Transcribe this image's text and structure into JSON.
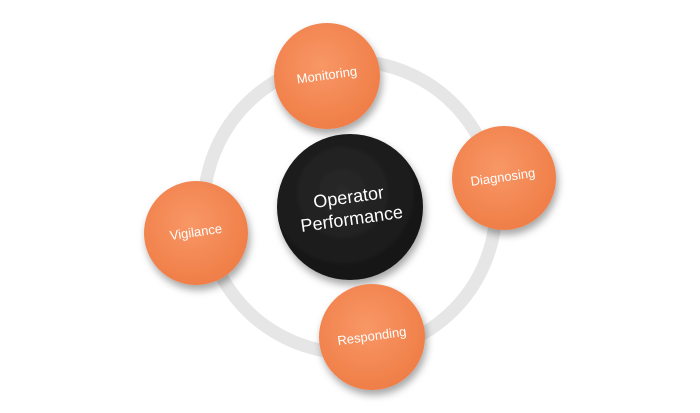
{
  "diagram": {
    "center": {
      "line1": "Operator",
      "line2": "Performance",
      "color": "#1e1e1e"
    },
    "nodes": [
      {
        "label": "Monitoring",
        "color": "#f4874f"
      },
      {
        "label": "Diagnosing",
        "color": "#f4874f"
      },
      {
        "label": "Responding",
        "color": "#f4874f"
      },
      {
        "label": "Vigilance",
        "color": "#f4874f"
      }
    ],
    "ring_color": "#e6e6e6"
  }
}
